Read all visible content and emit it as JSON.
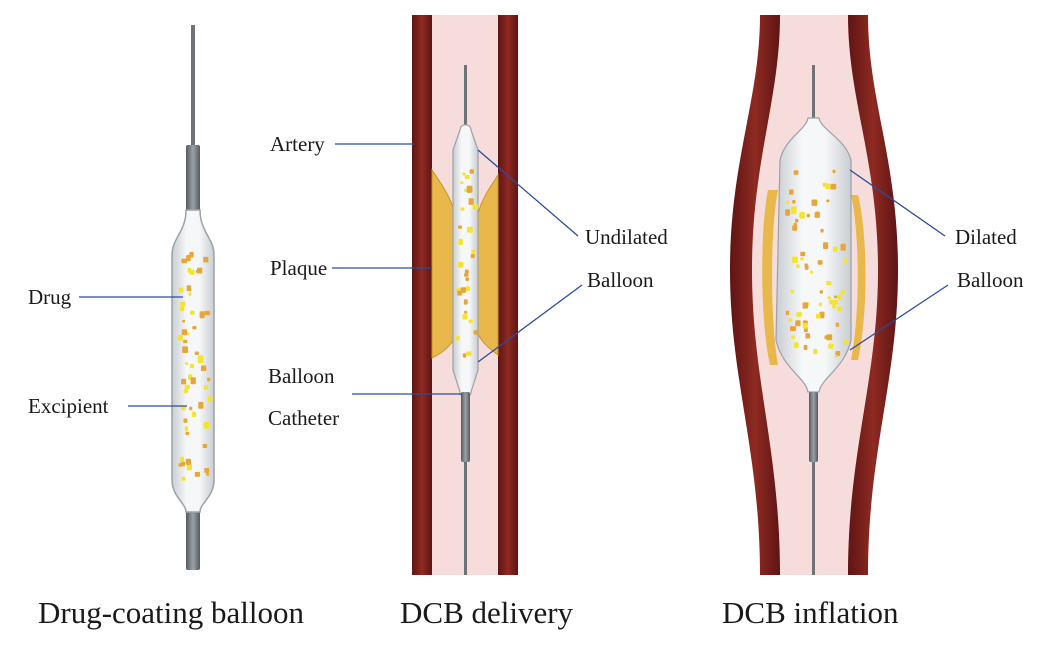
{
  "panels": [
    {
      "caption": "Drug-coating balloon",
      "labels": {
        "drug": "Drug",
        "excipient": "Excipient"
      }
    },
    {
      "caption": "DCB delivery",
      "labels": {
        "artery": "Artery",
        "plaque": "Plaque",
        "balloon_catheter_line1": "Balloon",
        "balloon_catheter_line2": "Catheter",
        "undilated": "Undilated",
        "balloon": "Balloon"
      }
    },
    {
      "caption": "DCB inflation",
      "labels": {
        "dilated": "Dilated",
        "balloon": "Balloon"
      }
    }
  ],
  "colors": {
    "artery_wall": "#7a1d1d",
    "lumen": "#f7dcdc",
    "plaque": "#e8b84a",
    "balloon_fill": "#eef0f2",
    "balloon_edge": "#9aa2a8",
    "catheter": "#6e7377",
    "drug_particle": "#f5e42e",
    "excipient_particle": "#e8a63a",
    "leader_line": "#2a4d9b"
  }
}
